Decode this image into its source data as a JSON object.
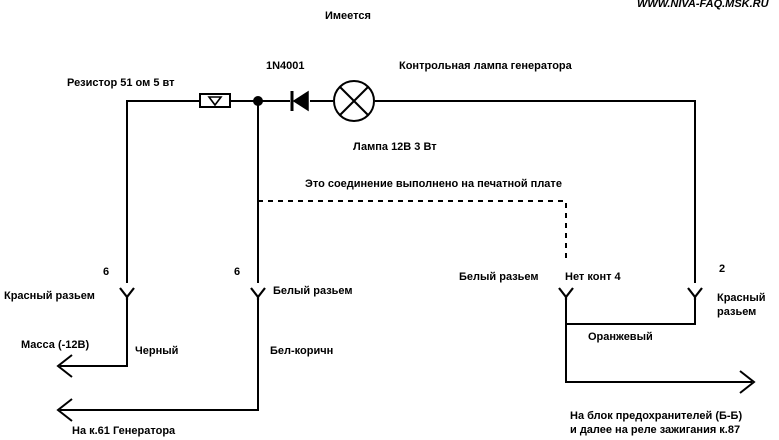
{
  "diagram": {
    "heading": "Имеется",
    "site": "WWW.NIVA-FAQ.MSK.RU",
    "labels": {
      "resistor": "Резистор 51 ом 5 вт",
      "diode": "1N4001",
      "control_lamp": "Контрольная лампа генератора",
      "lamp_rating": "Лампа  12В 3 Вт",
      "pcb_connection": "Это соединение выполнено на печатной плате",
      "num_red_left": "6",
      "num_white_left": "6",
      "num_red_right": "2",
      "red_connector_left": "Красный разьем",
      "white_connector_left": "Белый разьем",
      "white_connector_right": "Белый разьем",
      "no_contact": "Нет конт 4",
      "red_connector_right_1": "Красный",
      "red_connector_right_2": "разьем",
      "ground": "Масса (-12В)",
      "black_wire": "Черный",
      "white_brown_wire": "Бел-коричн",
      "orange_wire": "Оранжевый",
      "to_generator": "На к.61 Генератора",
      "to_fuse_block_1": "На блок предохранителей (Б-Б)",
      "to_fuse_block_2": "и далее на реле зажигания к.87"
    }
  }
}
